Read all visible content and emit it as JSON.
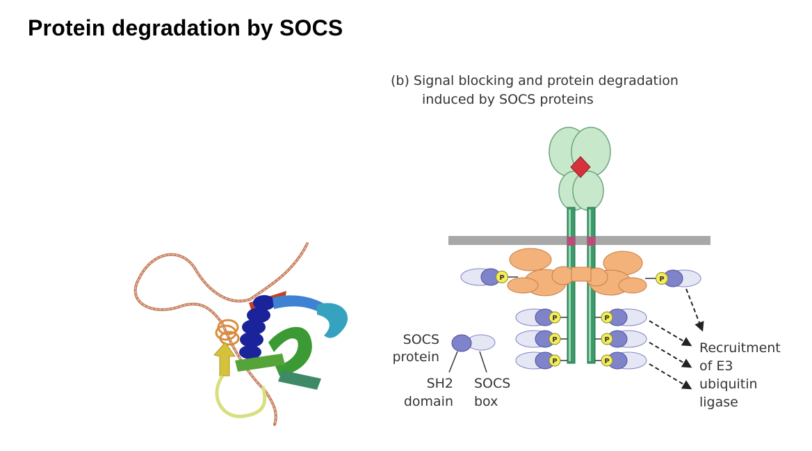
{
  "slide": {
    "title": "Protein degradation by SOCS"
  },
  "diagram": {
    "caption_line1": "(b)  Signal blocking and protein degradation",
    "caption_line2": "induced by SOCS proteins",
    "phospho_label": "P",
    "labels": {
      "socs_protein_1": "SOCS",
      "socs_protein_2": "protein",
      "sh2_1": "SH2",
      "sh2_2": "domain",
      "socs_box_1": "SOCS",
      "socs_box_2": "box",
      "recruit_1": "Recruitment",
      "recruit_2": "of E3",
      "recruit_3": "ubiquitin",
      "recruit_4": "ligase"
    },
    "colors": {
      "receptor_ecd": "#c8e8cc",
      "receptor_tm": "#3a9a6a",
      "ligand": "#d7323c",
      "membrane": "#a8a8a8",
      "jak": "#f2b27a",
      "sh2_domain": "#7f83c9",
      "socs_box": "#e6e7f4",
      "phosphate": "#f4ee5a",
      "tm_segment": "#c2477a"
    }
  }
}
